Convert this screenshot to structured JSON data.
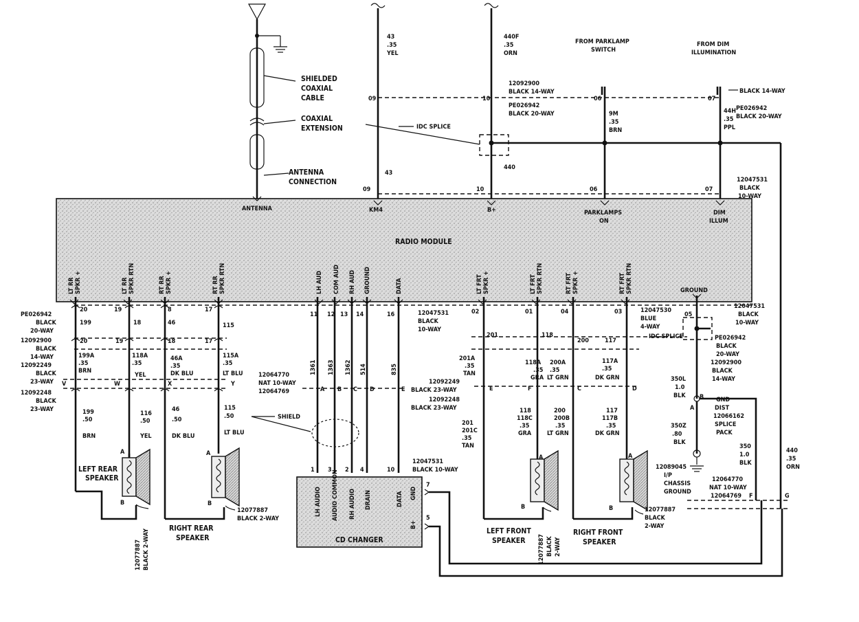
{
  "antenna": {
    "shielded_cable": [
      "SHIELDED",
      "COAXIAL",
      "CABLE"
    ],
    "coax_extension": [
      "COAXIAL",
      "EXTENSION"
    ],
    "antenna_connection": [
      "ANTENNA",
      "CONNECTION"
    ]
  },
  "top_wires": {
    "w43": [
      "43",
      ".35",
      "YEL"
    ],
    "w440f": [
      "440F",
      ".35",
      "ORN"
    ],
    "w43_bottom": "43",
    "w440_bottom": "440",
    "parklamp_source": [
      "FROM PARKLAMP",
      "SWITCH"
    ],
    "dim_source": [
      "FROM DIM",
      "ILLUMINATION"
    ],
    "w9m": [
      "9M",
      ".35",
      "BRN"
    ],
    "w44h": [
      "44H",
      ".35",
      "PPL"
    ],
    "conn_12092900": [
      "12092900",
      "BLACK 14-WAY"
    ],
    "conn_pe026942": [
      "PE026942",
      "BLACK 20-WAY"
    ],
    "conn_black14_right": "BLACK 14-WAY",
    "conn_pe026942_right": [
      "PE026942",
      "BLACK 20-WAY"
    ],
    "idc_splice_top": "IDC SPLICE",
    "conn_12047531_top": [
      "12047531",
      "BLACK",
      "10-WAY"
    ],
    "pins": {
      "p09a": "09",
      "p10a": "10",
      "p06a": "06",
      "p07a": "07",
      "p09b": "09",
      "p10b": "10",
      "p06b": "06",
      "p07b": "07"
    }
  },
  "radio_module": {
    "title": "RADIO MODULE",
    "top_terms": [
      "ANTENNA",
      "KM4",
      "B+",
      "PARKLAMPS",
      "ON",
      "DIM",
      "ILLUM"
    ],
    "bottom_terms": [
      [
        "LT RR",
        "SPKR +"
      ],
      [
        "LT RR",
        "SPKR RTN"
      ],
      [
        "RT RR",
        "SPKR +"
      ],
      [
        "RT RR",
        "SPKR RTN"
      ],
      [
        "LH AUD"
      ],
      [
        "COM AUD"
      ],
      [
        "RH AUD"
      ],
      [
        "GROUND"
      ],
      [
        "DATA"
      ],
      [
        "LT FRT",
        "SPKR +"
      ],
      [
        "LT FRT",
        "SPKR RTN"
      ],
      [
        "RT FRT",
        "SPKR +"
      ],
      [
        "RT FRT",
        "SPKR RTN"
      ],
      [
        "GROUND"
      ]
    ]
  },
  "left_connectors": {
    "c1": [
      "PE026942",
      "BLACK",
      "20-WAY"
    ],
    "c2": [
      "12092900",
      "BLACK",
      "14-WAY"
    ],
    "c3": [
      "12092249",
      "BLACK",
      "23-WAY"
    ],
    "c4": [
      "12092248",
      "BLACK",
      "23-WAY"
    ]
  },
  "rear_wires": {
    "pins_top": [
      "20",
      "19",
      "8",
      "17"
    ],
    "mid_numbers": [
      "199",
      "18",
      "46",
      "115"
    ],
    "pins_mid": [
      "20",
      "19",
      "18",
      "17"
    ],
    "w199a": [
      "199A",
      ".35",
      "BRN"
    ],
    "w118a": [
      "118A",
      ".35",
      "YEL"
    ],
    "w46a": [
      "46A",
      ".35",
      "DK BLU"
    ],
    "w115a": [
      "115A",
      ".35",
      "LT BLU"
    ],
    "letters": [
      "V",
      "W",
      "X",
      "Y"
    ],
    "w199": [
      "199",
      ".50",
      "BRN"
    ],
    "w116": [
      "116",
      ".50",
      "YEL"
    ],
    "w46": [
      "46",
      ".50",
      "DK BLU"
    ],
    "w115": [
      "115",
      ".50",
      "LT BLU"
    ],
    "shield": "SHIELD"
  },
  "left_rear_speaker": {
    "name": [
      "LEFT REAR",
      "SPEAKER"
    ],
    "part": [
      "12077887",
      "BLACK 2-WAY"
    ],
    "pin_a": "A",
    "pin_b": "B"
  },
  "right_rear_speaker": {
    "name": [
      "RIGHT REAR",
      "SPEAKER"
    ],
    "part": [
      "12077887",
      "BLACK 2-WAY"
    ],
    "pin_a": "A",
    "pin_b": "B"
  },
  "audio_wires": {
    "pins_top": [
      "11",
      "12",
      "13",
      "14",
      "16"
    ],
    "conn_top": [
      "12047531",
      "BLACK",
      "10-WAY"
    ],
    "numbers": [
      "1361",
      "1363",
      "1362",
      "514",
      "835"
    ],
    "conn_mid": [
      "12064770",
      "NAT 10-WAY",
      "12064769"
    ],
    "letters": [
      "A",
      "B",
      "C",
      "D",
      "E"
    ],
    "pins_bottom": [
      "1",
      "3",
      "2",
      "4",
      "10"
    ],
    "conn_bottom": [
      "12047531",
      "BLACK 10-WAY"
    ]
  },
  "cd_changer": {
    "title": "CD CHANGER",
    "terms": [
      "LH AUDIO",
      "AUDIO COMMON",
      "RH AUDIO",
      "DRAIN",
      "DATA",
      "GND",
      "B+"
    ],
    "pin_gnd": "7",
    "pin_bplus": "5"
  },
  "front_wires": {
    "pins_top": [
      "02",
      "01",
      "04",
      "03"
    ],
    "conn_blue": [
      "12047530",
      "BLUE",
      "4-WAY"
    ],
    "mid_numbers": [
      "201",
      "118",
      "200",
      "117"
    ],
    "idc_splice": "IDC SPLICE",
    "w201a": [
      "201A",
      ".35",
      "TAN"
    ],
    "w118a": [
      "118A",
      ".35",
      "GRA"
    ],
    "w200a": [
      "200A",
      ".35",
      "LT GRN"
    ],
    "w117a": [
      "117A",
      ".35",
      "DK GRN"
    ],
    "conn_a": [
      "12092249",
      "BLACK 23-WAY"
    ],
    "conn_b": [
      "12092248",
      "BLACK 23-WAY"
    ],
    "letters": [
      "E",
      "F",
      "C",
      "D"
    ],
    "w201": [
      "201",
      "201C",
      ".35",
      "TAN"
    ],
    "w118": [
      "118",
      "118C",
      ".35",
      "GRA"
    ],
    "w200": [
      "200",
      "200B",
      ".35",
      "LT GRN"
    ],
    "w117": [
      "117",
      "117B",
      ".35",
      "DK GRN"
    ]
  },
  "left_front_speaker": {
    "name": [
      "LEFT FRONT",
      "SPEAKER"
    ],
    "part": [
      "12077887",
      "BLACK",
      "2-WAY"
    ],
    "pin_a": "A",
    "pin_b": "B"
  },
  "right_front_speaker": {
    "name": [
      "RIGHT FRONT",
      "SPEAKER"
    ],
    "part": [
      "12077887",
      "BLACK",
      "2-WAY"
    ],
    "pin_a": "A",
    "pin_b": "B"
  },
  "ground": {
    "term": "GROUND",
    "pin05": "05",
    "conn_a": [
      "12047531",
      "BLACK",
      "10-WAY"
    ],
    "conn_b": [
      "PE026942",
      "BLACK",
      "20-WAY"
    ],
    "conn_c": [
      "12092900",
      "BLACK",
      "14-WAY"
    ],
    "w350l": [
      "350L",
      "1.0",
      "BLK"
    ],
    "splice": [
      "GND",
      "DIST",
      "12066162",
      "SPLICE",
      "PACK"
    ],
    "w350z": [
      "350Z",
      ".80",
      "BLK"
    ],
    "pin_a": "A",
    "pin_b": "B",
    "chassis": [
      "12089045",
      "I/P",
      "CHASSIS",
      "GROUND"
    ],
    "w350": [
      "350",
      "1.0",
      "BLK"
    ],
    "conn_nat": [
      "12064770",
      "NAT 10-WAY",
      "12064769"
    ],
    "pin_f": "F",
    "pin_g": "G",
    "w440": [
      "440",
      ".35",
      "ORN"
    ]
  }
}
